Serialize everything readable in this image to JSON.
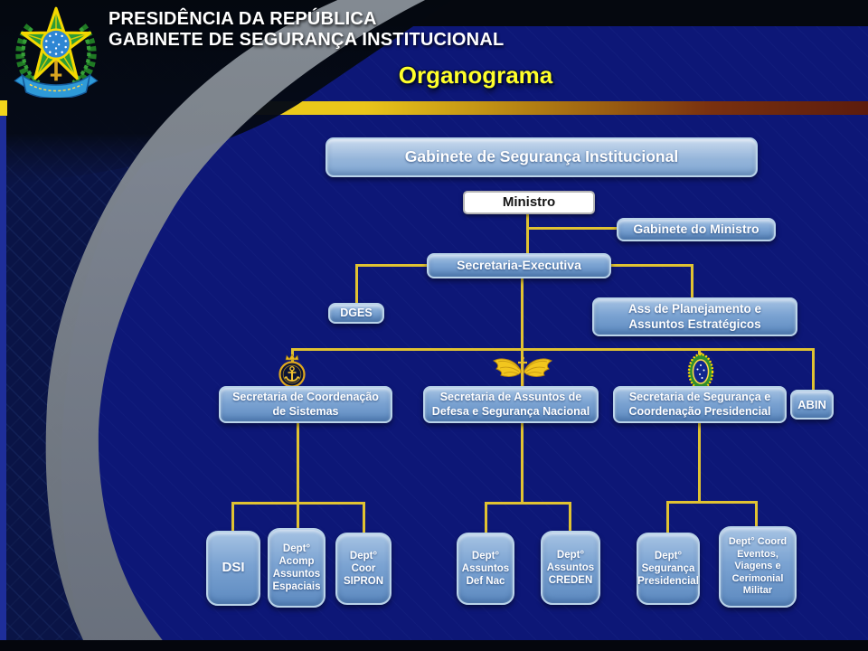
{
  "slide": {
    "header": {
      "line1": "PRESIDÊNCIA DA REPÚBLICA",
      "line2": "GABINETE DE SEGURANÇA INSTITUCIONAL"
    },
    "title": "Organograma",
    "org": {
      "gsi": "Gabinete de Segurança Institucional",
      "ministro": "Ministro",
      "gabinete_do_ministro": "Gabinete do Ministro",
      "secretaria_executiva": "Secretaria-Executiva",
      "dges": "DGES",
      "ass_planejamento": "Ass de Planejamento e\nAssuntos Estratégicos",
      "sec_coord_sistemas": "Secretaria de Coordenação\nde Sistemas",
      "sec_defesa": "Secretaria de Assuntos de\nDefesa e Segurança Nacional",
      "sec_seguranca": "Secretaria de Segurança e\nCoordenação Presidencial",
      "abin": "ABIN",
      "dsi": "DSI",
      "dept_acomp": "Dept°\nAcomp\nAssuntos\nEspaciais",
      "dept_coor_sipron": "Dept°\nCoor\nSIPRON",
      "dept_def_nac": "Dept°\nAssuntos\nDef Nac",
      "dept_creden": "Dept°\nAssuntos\nCREDEN",
      "dept_seg_presid": "Dept°\nSegurança\nPresidencial",
      "dept_eventos": "Dept°  Coord\nEventos,\nViagens e\nCerimonial\nMilitar"
    },
    "icons": {
      "coat_of_arms": "brazil-coat-of-arms",
      "navy": "navy-anchor-emblem",
      "air_force": "air-force-wings-emblem",
      "army": "army-oval-emblem"
    },
    "colors": {
      "background": "#0d1777",
      "connector_yellow": "#e0c232",
      "title_yellow": "#ffff2a",
      "node_blue": "#6b97c9",
      "stripe_gold": "#f2d51b",
      "stripe_red": "#5c1c0d"
    }
  }
}
